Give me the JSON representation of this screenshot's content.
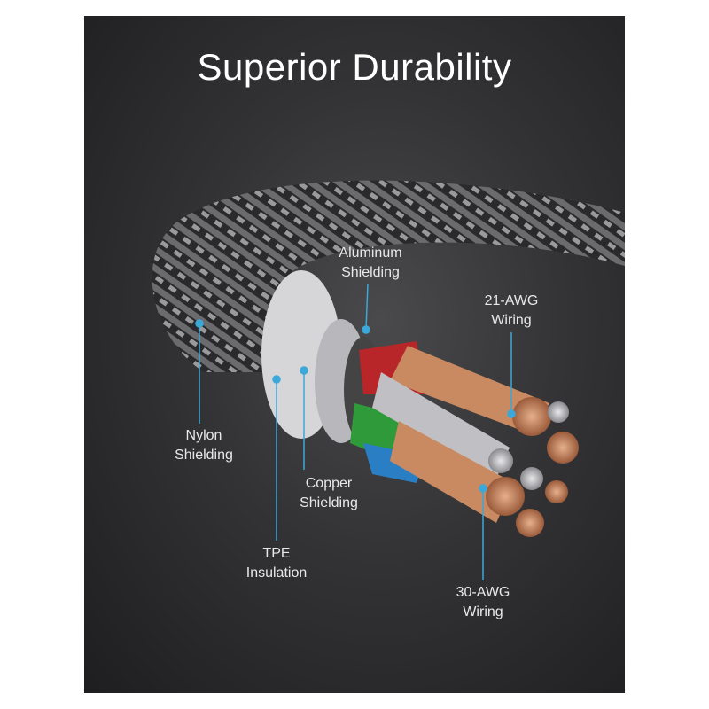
{
  "title": "Superior Durability",
  "labels": {
    "aluminum": [
      "Aluminum",
      "Shielding"
    ],
    "awg21": [
      "21-AWG",
      "Wiring"
    ],
    "nylon": [
      "Nylon",
      "Shielding"
    ],
    "copper": [
      "Copper",
      "Shielding"
    ],
    "tpe": [
      "TPE",
      "Insulation"
    ],
    "awg30": [
      "30-AWG",
      "Wiring"
    ]
  },
  "colors": {
    "accent": "#3aa8d8",
    "panel": "#333335",
    "red": "#b8262a",
    "green": "#2f9a3a",
    "copper": "#c98a62"
  }
}
